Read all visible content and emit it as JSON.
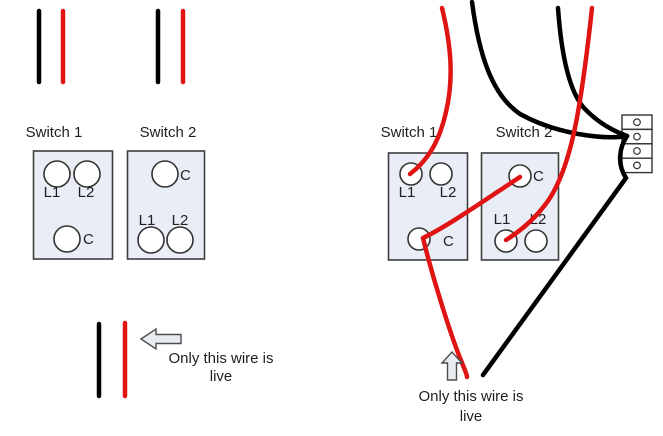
{
  "colors": {
    "wire_red": "#df1413",
    "wire_black": "#000000",
    "box_fill": "#e9edf6",
    "box_border": "#3f3f3f",
    "terminal_fill": "#ffffff",
    "terminal_border": "#333333",
    "arrow_fill": "#e9ecf1",
    "arrow_border": "#4d4d4d",
    "text": "#1f1f1f"
  },
  "left_diagram": {
    "switch1": {
      "title": "Switch 1",
      "terminal_l1": "L1",
      "terminal_l2": "L2",
      "terminal_c": "C"
    },
    "switch2": {
      "title": "Switch 2",
      "terminal_l1": "L1",
      "terminal_l2": "L2",
      "terminal_c": "C"
    },
    "note_line1": "Only this wire is",
    "note_line2": "live"
  },
  "right_diagram": {
    "switch1": {
      "title": "Switch 1",
      "terminal_l1": "L1",
      "terminal_l2": "L2",
      "terminal_c": "C"
    },
    "switch2": {
      "title": "Switch 2",
      "terminal_l1": "L1",
      "terminal_l2": "L2",
      "terminal_c": "C"
    },
    "note_line1": "Only this wire is",
    "note_line2": "live"
  }
}
